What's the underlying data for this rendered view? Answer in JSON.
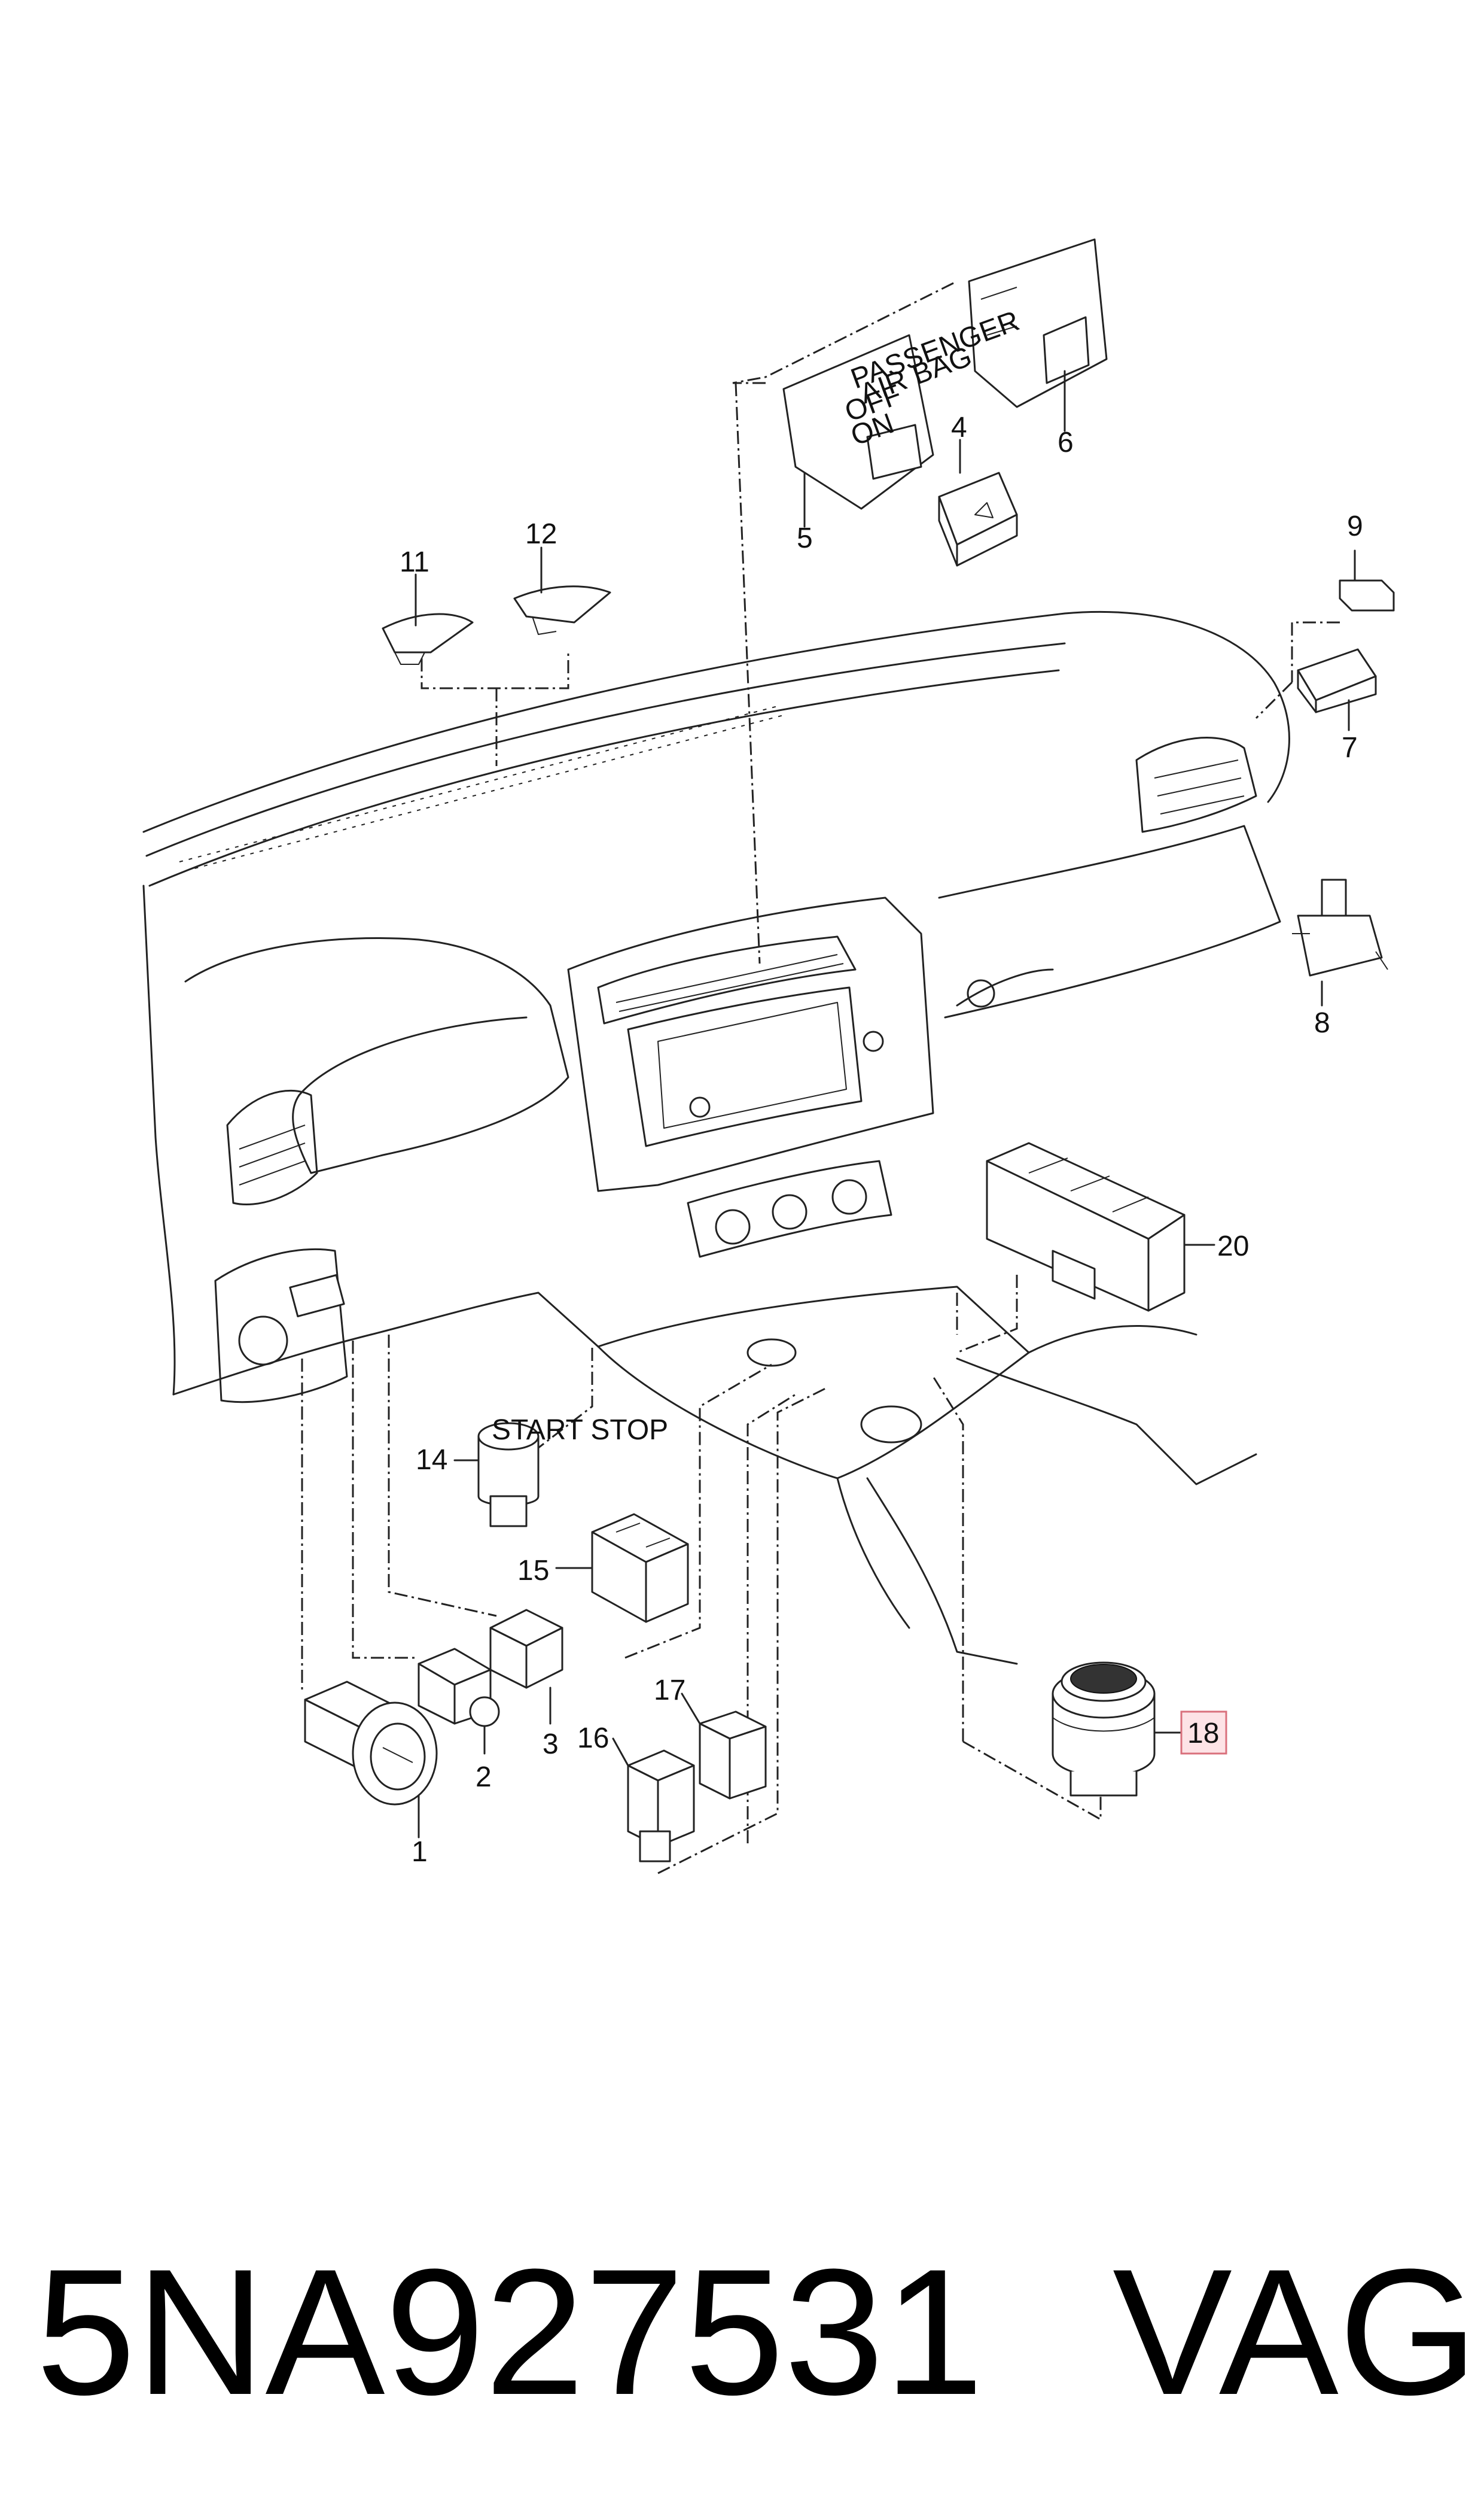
{
  "diagram": {
    "callouts": [
      "1",
      "2",
      "3",
      "4",
      "5",
      "6",
      "7",
      "8",
      "9",
      "11",
      "12",
      "14",
      "15",
      "16",
      "17",
      "18",
      "20"
    ],
    "highlighted_callout": "18",
    "airbag_panel": {
      "line1": "PASSENGER",
      "line2": "AIR BAG",
      "off": "OFF",
      "on": "ON"
    },
    "start_button_text": "START STOP"
  },
  "footer": {
    "part_number": "5NA927531",
    "brand": "VAG"
  },
  "colors": {
    "line": "#222222",
    "highlight_fill": "#fde3e6",
    "highlight_stroke": "#d9707c"
  }
}
